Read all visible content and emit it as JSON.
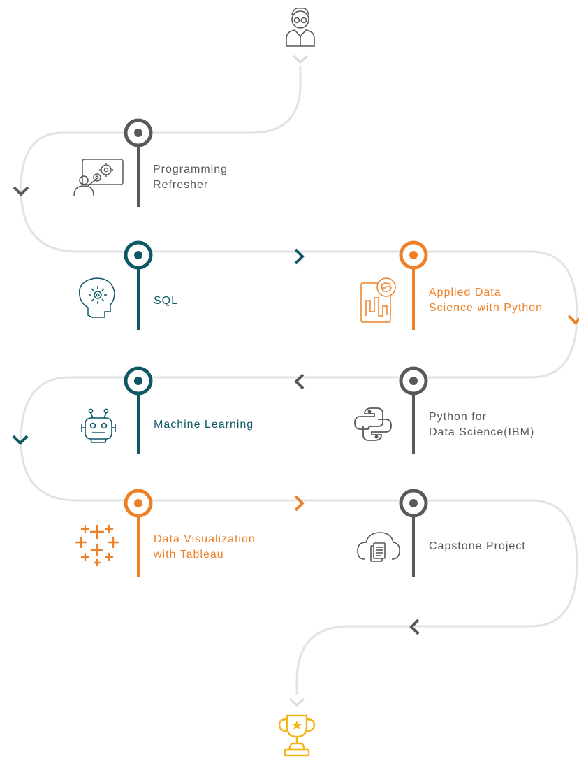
{
  "colors": {
    "path": "#e3e3e3",
    "gray": "#58595b",
    "teal": "#0e5765",
    "orange": "#ee8127",
    "gold": "#f2b417",
    "light_chevron": "#d9d9d9"
  },
  "start_icon": "student-avatar-icon",
  "end_icon": "trophy-icon",
  "steps": [
    {
      "id": "programming-refresher",
      "lines": [
        "Programming",
        "Refresher"
      ],
      "color": "gray",
      "icon": "presentation-gears-icon"
    },
    {
      "id": "sql",
      "lines": [
        "SQL"
      ],
      "color": "teal",
      "icon": "brain-network-icon"
    },
    {
      "id": "applied-data-science",
      "lines": [
        "Applied Data",
        "Science with Python"
      ],
      "color": "orange",
      "icon": "python-chart-icon"
    },
    {
      "id": "python-for-data-science",
      "lines": [
        "Python for",
        "Data Science(IBM)"
      ],
      "color": "gray",
      "icon": "python-logo-icon"
    },
    {
      "id": "machine-learning",
      "lines": [
        "Machine Learning"
      ],
      "color": "teal",
      "icon": "robot-icon"
    },
    {
      "id": "data-visualization",
      "lines": [
        "Data Visualization",
        "with Tableau"
      ],
      "color": "orange",
      "icon": "tableau-icon"
    },
    {
      "id": "capstone-project",
      "lines": [
        "Capstone Project"
      ],
      "color": "gray",
      "icon": "cloud-document-icon"
    }
  ]
}
